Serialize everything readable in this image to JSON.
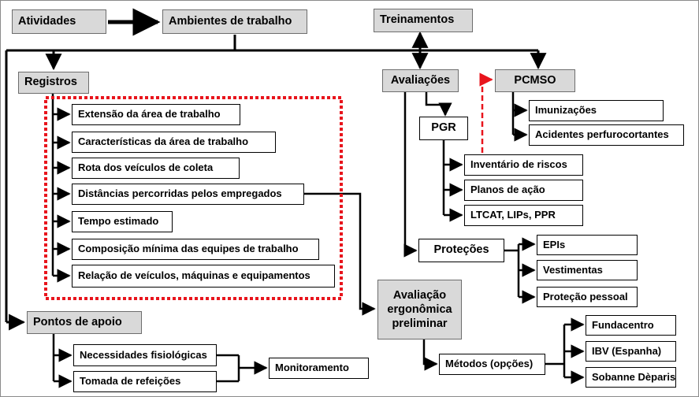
{
  "nodes": {
    "atividades": "Atividades",
    "ambientes": "Ambientes de trabalho",
    "treinamentos": "Treinamentos",
    "registros": "Registros",
    "avaliacoes": "Avaliações",
    "pcmso": "PCMSO",
    "imunizacoes": "Imunizações",
    "acidentes": "Acidentes perfurocortantes",
    "pgr": "PGR",
    "inventario": "Inventário de riscos",
    "planos": "Planos de ação",
    "ltcat": "LTCAT, LIPs, PPR",
    "protecoes": "Proteções",
    "epis": "EPIs",
    "vestimentas": "Vestimentas",
    "protecao_pessoal": "Proteção pessoal",
    "avaliacao_ergo": "Avaliação ergonômica preliminar",
    "metodos": "Métodos (opções)",
    "fundacentro": "Fundacentro",
    "ibv": "IBV (Espanha)",
    "sobanne": "Sobanne Dèparis",
    "pontos": "Pontos de apoio",
    "necessidades": "Necessidades fisiológicas",
    "tomada": "Tomada de refeições",
    "monitoramento": "Monitoramento"
  },
  "registros_items": [
    "Extensão da área de trabalho",
    "Características da área de trabalho",
    "Rota dos veículos de coleta",
    "Distâncias percorridas pelos empregados",
    "Tempo estimado",
    "Composição mínima das equipes de trabalho",
    "Relação de veículos, máquinas e equipamentos"
  ],
  "colors": {
    "highlight_border": "#e8141c",
    "gray_fill": "#d9d9d9",
    "line": "#000000"
  }
}
